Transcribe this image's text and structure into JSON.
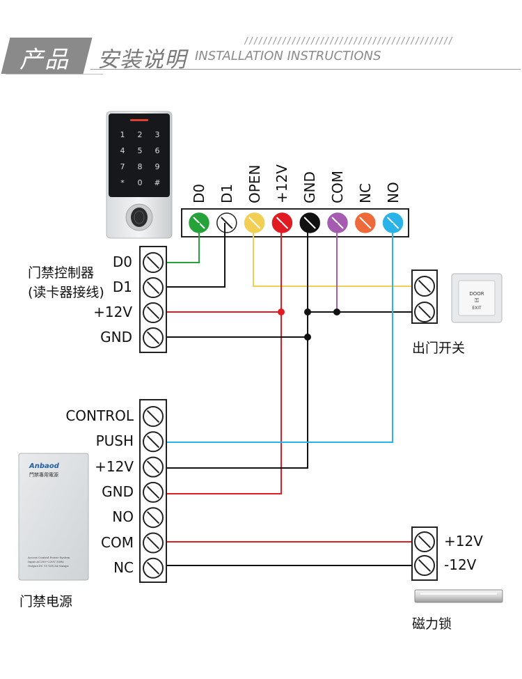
{
  "header": {
    "badge": "产品",
    "title": "安装说明",
    "subtitle": "INSTALLATION INSTRUCTIONS",
    "hatch": "////////////////////////////////////////////"
  },
  "keypad": {
    "keys": [
      "1",
      "2",
      "3",
      "4",
      "5",
      "6",
      "7",
      "8",
      "9",
      "*",
      "0",
      "#"
    ]
  },
  "reader_terminals": {
    "labels": [
      "D0",
      "D1",
      "OPEN",
      "+12V",
      "GND",
      "COM",
      "NC",
      "NO"
    ],
    "colors": [
      "#25a23a",
      "#ffffff",
      "#f2cf52",
      "#e11b22",
      "#111111",
      "#a45bb0",
      "#ef6a3a",
      "#2ab3e8"
    ]
  },
  "controller": {
    "title_line1": "门禁控制器",
    "title_line2": "(读卡器接线)",
    "pins": [
      "D0",
      "D1",
      "+12V",
      "GND"
    ]
  },
  "exit_switch": {
    "label": "出门开关",
    "door_text": "DOOR",
    "exit_text": "EXIT"
  },
  "power_supply": {
    "label": "门禁电源",
    "brand": "Anbaod",
    "brand_cn": "門禁專用電源",
    "spec1": "Access Control Power System",
    "spec2": "Input:AC200~230V 50Hz",
    "spec3": "Output:DC 11-16V,3A-5Amps",
    "pins": [
      "CONTROL",
      "PUSH",
      "+12V",
      "GND",
      "NO",
      "COM",
      "NC"
    ]
  },
  "mag_lock": {
    "label": "磁力锁",
    "pins": [
      "+12V",
      "-12V"
    ]
  },
  "wire_colors": {
    "green": "#25a23a",
    "black": "#111111",
    "yellow": "#f2cf52",
    "red": "#e11b22",
    "purple": "#a45bb0",
    "blue": "#2ab3e8"
  }
}
